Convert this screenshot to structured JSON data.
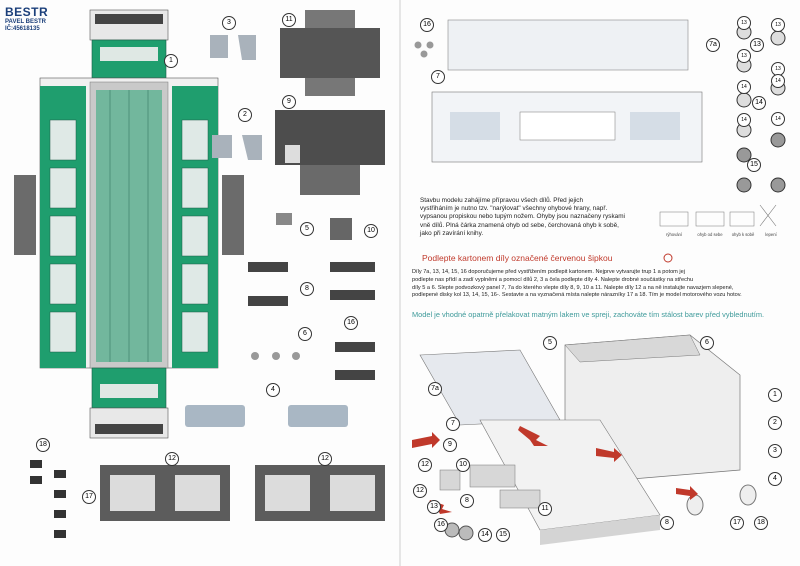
{
  "brand": {
    "logo": "BESTR",
    "author": "PAVEL BESTR",
    "ic": "IČ:45618135"
  },
  "colors": {
    "tram_green": "#1f9e6e",
    "tram_dark": "#1a5a45",
    "grey_panel": "#7a7a7a",
    "dark_panel": "#4a4a4a",
    "arrow_red": "#c0392b",
    "text_teal": "#3e9a9a"
  },
  "part_numbers_left": {
    "p1": "1",
    "p2": "2",
    "p3": "3",
    "p4": "4",
    "p5": "5",
    "p6": "6",
    "p8": "8",
    "p9": "9",
    "p10": "10",
    "p11": "11",
    "p12a": "12",
    "p12b": "12",
    "p16": "16",
    "p17": "17",
    "p18": "18"
  },
  "part_numbers_right_top": {
    "p7": "7",
    "p7a": "7a",
    "p13": "13",
    "p14": "14",
    "p15": "15",
    "p16": "16",
    "w13a": "13",
    "w13b": "13",
    "w13c": "13",
    "w13d": "13",
    "w14a": "14",
    "w14b": "14",
    "w14c": "14",
    "w14d": "14"
  },
  "assembly_numbers": {
    "n1": "1",
    "n2": "2",
    "n3": "3",
    "n4": "4",
    "n5": "5",
    "n6": "6",
    "n7": "7",
    "n7a": "7a",
    "n8a": "8",
    "n8b": "8",
    "n9": "9",
    "n10": "10",
    "n11": "11",
    "n12a": "12",
    "n12b": "12",
    "n13": "13",
    "n14": "14",
    "n15": "15",
    "n16": "16",
    "n17": "17",
    "n18": "18"
  },
  "instructions": {
    "intro": [
      "Stavbu modelu zahájíme přípravou všech dílů. Před jejich",
      "vystřiháním je nutno tzv. \"narýlovat\" všechny ohybové hrany, např.",
      "vypsanou propiskou nebo tupým nožem. Ohyby jsou naznačeny ryskami",
      "vně dílů. Plná čárka znamená ohyb od sebe, čerchovaná ohyb k sobě,",
      "jako při zavírání knihy."
    ],
    "step_labels": [
      "rýhování",
      "ohyb od sebe",
      "ohyb k sobě",
      "lepení"
    ],
    "heading": "Podlepte kartonem díly označené červenou šipkou",
    "body": [
      "Díly 7a, 13, 14, 15, 16 doporučujeme před vystřižením podlepit kartonem. Nejprve vytvarujte trup 1 a potom jej",
      "podlepte nas přídí a zadí vyplněmi a pomocí dílů 2, 3 a čela podlepte díly 4. Nalepte drobné součástky na střechu",
      "díly 5 a 6. Slepte podvozkový panel 7, 7a do kterého vlepte díly 8, 9, 10 a 11. Nalepte díly 12 a na ně instalujte navazjem slepené,",
      "podlepené disky kol 13, 14, 15, 16-. Sestavte a na vyznačená místa nalepte nárazníky 17 a 18. Tím je model motorového vozu hotov."
    ],
    "advice": "Model je vhodné opatrně přelakovat  matným lakem ve spreji, zachováte tím stálost barev před vyblednutím."
  }
}
